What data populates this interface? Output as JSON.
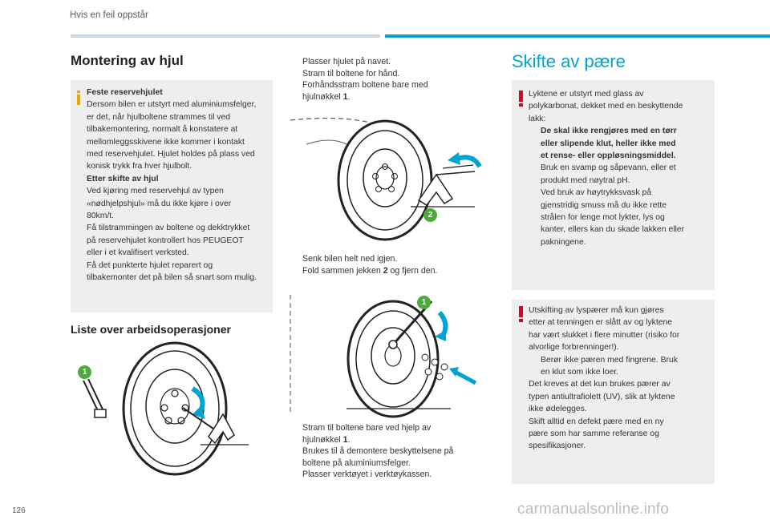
{
  "header": {
    "section": "Hvis en feil oppstår"
  },
  "left": {
    "title": "Montering av hjul",
    "info_box": {
      "heading1": "Feste reservehjulet",
      "lines1": [
        "Dersom bilen er utstyrt med aluminiumsfelger,",
        "er det, når hjulboltene strammes til ved",
        "tilbakemontering, normalt å konstatere at",
        "mellomleggsskivene ikke kommer i kontakt",
        "med reservehjulet. Hjulet holdes på plass ved",
        "konisk trykk fra hver hjulbolt."
      ],
      "heading2": "Etter skifte av hjul",
      "lines2": [
        "Ved kjøring med reservehjul av typen",
        "«nødhjelpshjul» må du ikke kjøre i over",
        "80km/t.",
        "Få tilstrammingen av boltene og dekktrykket",
        "på reservehjulet kontrollert hos PEUGEOT",
        "eller i et kvalifisert verksted.",
        "Få det punkterte hjulet reparert og",
        "tilbakemonter det på bilen så snart som mulig."
      ]
    },
    "subtitle": "Liste over arbeidsoperasjoner",
    "callout": "1"
  },
  "middle": {
    "marker": "",
    "steps_top": [
      {
        "text": "Plasser hjulet på navet."
      },
      {
        "text": "Stram til boltene for hånd."
      },
      {
        "text": "Forhåndsstram boltene bare med",
        "cont": "hjulnøkkel ",
        "bold": "1",
        "after": "."
      }
    ],
    "steps_mid": [
      {
        "text": "Senk bilen helt ned igjen."
      },
      {
        "text": "Fold sammen jekken ",
        "bold": "2",
        "after": " og fjern den."
      }
    ],
    "steps_bottom": [
      {
        "text": "Stram til boltene bare ved hjelp av",
        "cont": "hjulnøkkel ",
        "bold": "1",
        "after": "."
      },
      {
        "text": "Brukes til å demontere beskyttelsene på",
        "cont": "boltene på aluminiumsfelger."
      },
      {
        "text": "Plasser verktøyet i verktøykassen."
      }
    ],
    "callout_jack": "2",
    "callout_key": "1"
  },
  "right": {
    "title": "Skifte av pære",
    "box1": {
      "lines": [
        "Lyktene er utstyrt med glass av",
        "polykarbonat, dekket med en beskyttende",
        "lakk:"
      ],
      "bullets": [
        {
          "lines": [
            "De skal ikke rengjøres med en tørr",
            "eller slipende klut, heller ikke med",
            "et rense- eller oppløsningsmiddel."
          ],
          "bold": true
        },
        {
          "lines": [
            "Bruk en svamp og såpevann, eller et",
            "produkt med nøytral pH."
          ],
          "bold": false
        },
        {
          "lines": [
            "Ved bruk av høytrykksvask på",
            "gjenstridig smuss må du ikke rette",
            "strålen for lenge mot lykter, lys og",
            "kanter, ellers kan du skade lakken eller",
            "pakningene."
          ],
          "bold": false
        }
      ]
    },
    "box2": {
      "lines_a": [
        "Utskifting av lyspærer må kun gjøres",
        "etter at tenningen er slått av og lyktene",
        "har vært slukket i flere minutter (risiko for",
        "alvorlige forbrenninger!)."
      ],
      "bullet": [
        "Berør ikke pæren med fingrene. Bruk",
        "en klut som ikke loer."
      ],
      "lines_b": [
        "Det kreves at det kun brukes pærer av",
        "typen antiultrafiolett (UV), slik at lyktene",
        "ikke ødelegges.",
        "Skift alltid en defekt pære med en ny",
        "pære som har samme referanse og",
        "spesifikasjoner."
      ]
    }
  },
  "footer": {
    "page": "126",
    "watermark": "carmanualsonline.info"
  },
  "colors": {
    "accent": "#00a3d2",
    "info": "#f3a400",
    "warning": "#e2001a",
    "box_bg": "#eeeeee"
  }
}
